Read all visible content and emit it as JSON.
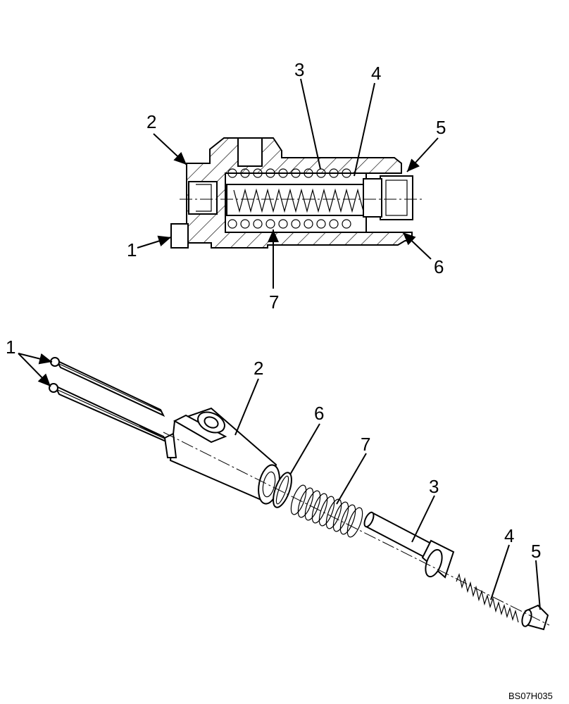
{
  "diagram": {
    "section_view": {
      "callouts": [
        "1",
        "2",
        "3",
        "4",
        "5",
        "6",
        "7"
      ]
    },
    "exploded_view": {
      "callouts": [
        "1",
        "2",
        "6",
        "7",
        "3",
        "4",
        "5"
      ]
    },
    "reference_code": "BS07H035"
  }
}
